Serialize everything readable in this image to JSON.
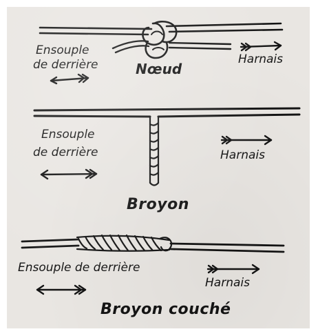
{
  "panels": [
    {
      "id": "noeud",
      "title": "Nœud",
      "left_label_line1": "Ensouple",
      "left_label_line2": "de derrière",
      "right_label": "Harnais"
    },
    {
      "id": "broyon",
      "title": "Broyon",
      "left_label_line1": "Ensouple",
      "left_label_line2": "de derrière",
      "right_label": "Harnais"
    },
    {
      "id": "broyon_couche",
      "title": "Broyon couché",
      "left_label_line1": "Ensouple de derrière",
      "right_label": "Harnais"
    }
  ],
  "colors": {
    "ink": "#141414",
    "paper": "#e9e6e2"
  }
}
